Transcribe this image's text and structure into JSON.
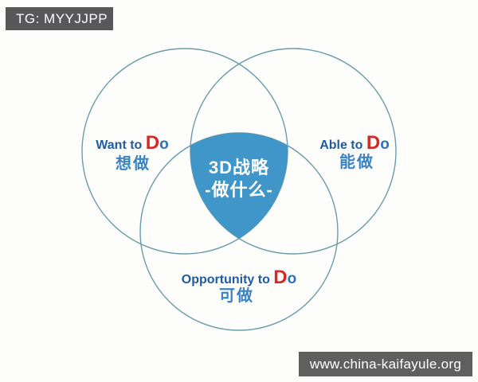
{
  "watermarks": {
    "top": {
      "text": "TG: MYYJJPP",
      "bg": "#58585a"
    },
    "bottom": {
      "text": "www.china-kaifayule.org",
      "bg": "#5f5f5f"
    }
  },
  "diagram": {
    "type": "venn-3-circle",
    "center": {
      "line1": "3D战略",
      "line2": "-做什么-",
      "fill": "#4096c9"
    },
    "circle_stroke": "#699cab",
    "labels": {
      "want": {
        "en_prefix": "Want to ",
        "d": "D",
        "o": "o",
        "zh": "想做"
      },
      "able": {
        "en_prefix": "Able to ",
        "d": "D",
        "o": "o",
        "zh": "能做"
      },
      "opportunity": {
        "en_prefix": "Opportunity to ",
        "d": "D",
        "o": "o",
        "zh": "可做"
      }
    },
    "colors": {
      "en_text": "#1f5b9e",
      "d_red": "#d32a26",
      "o_blue": "#2f73b6",
      "zh_text": "#3b84c4",
      "center_text": "#ffffff"
    }
  }
}
